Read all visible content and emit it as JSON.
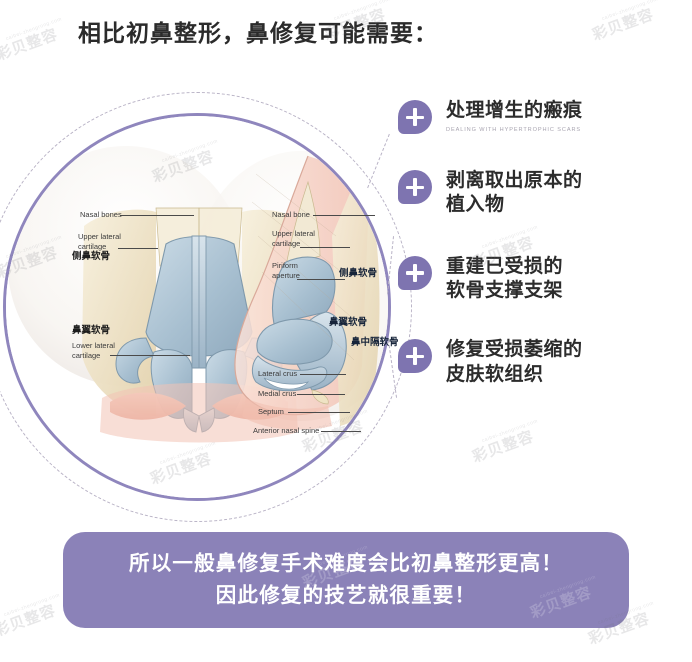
{
  "heading": "相比初鼻整形，鼻修复可能需要：",
  "colors": {
    "accent_purple": "#8b82b8",
    "pin_purple": "#7e74b0",
    "circle_border": "#8f86bd",
    "dashed_ring": "#b9b3c6",
    "cartilage_blue": "#9db4c8",
    "bone_cream": "#efe4c9",
    "skin_pink": "#f4cdc2",
    "heading_text": "#2b2b2b",
    "banner_text": "#ffffff"
  },
  "bullets": [
    {
      "main": "处理增生的瘢痕",
      "sub": "DEALING WITH HYPERTROPHIC SCARS"
    },
    {
      "main_line1": "剥离取出原本的",
      "main_line2": "植入物",
      "sub": ""
    },
    {
      "main_line1": "重建已受损的",
      "main_line2": "软骨支撑支架",
      "sub": ""
    },
    {
      "main_line1": "修复受损萎缩的",
      "main_line2": "皮肤软组织",
      "sub": ""
    }
  ],
  "diagram": {
    "front_view": {
      "labels": [
        {
          "en": "Nasal bones",
          "cn": ""
        },
        {
          "en_line1": "Upper lateral",
          "en_line2": "cartilage",
          "cn": "侧鼻软骨"
        },
        {
          "cn": "鼻翼软骨",
          "en_line1": "Lower lateral",
          "en_line2": "cartilage"
        }
      ]
    },
    "side_view": {
      "labels_left": [
        {
          "en": "Nasal bone"
        },
        {
          "en_line1": "Upper lateral",
          "en_line2": "cartilage"
        },
        {
          "en_line1": "Piriform",
          "en_line2": "aperture"
        },
        {
          "en": "Lateral crus"
        },
        {
          "en": "Medial crus"
        },
        {
          "en": "Septum"
        },
        {
          "en": "Anterior nasal spine"
        }
      ],
      "labels_cn": [
        "侧鼻软骨",
        "鼻翼软骨",
        "鼻中隔软骨"
      ]
    }
  },
  "banner": {
    "line1": "所以一般鼻修复手术难度会比初鼻整形更高！",
    "line2": "因此修复的技艺就很重要！"
  },
  "watermark": {
    "brand": "彩贝整容",
    "url": "caibei-zhengrong.com"
  }
}
